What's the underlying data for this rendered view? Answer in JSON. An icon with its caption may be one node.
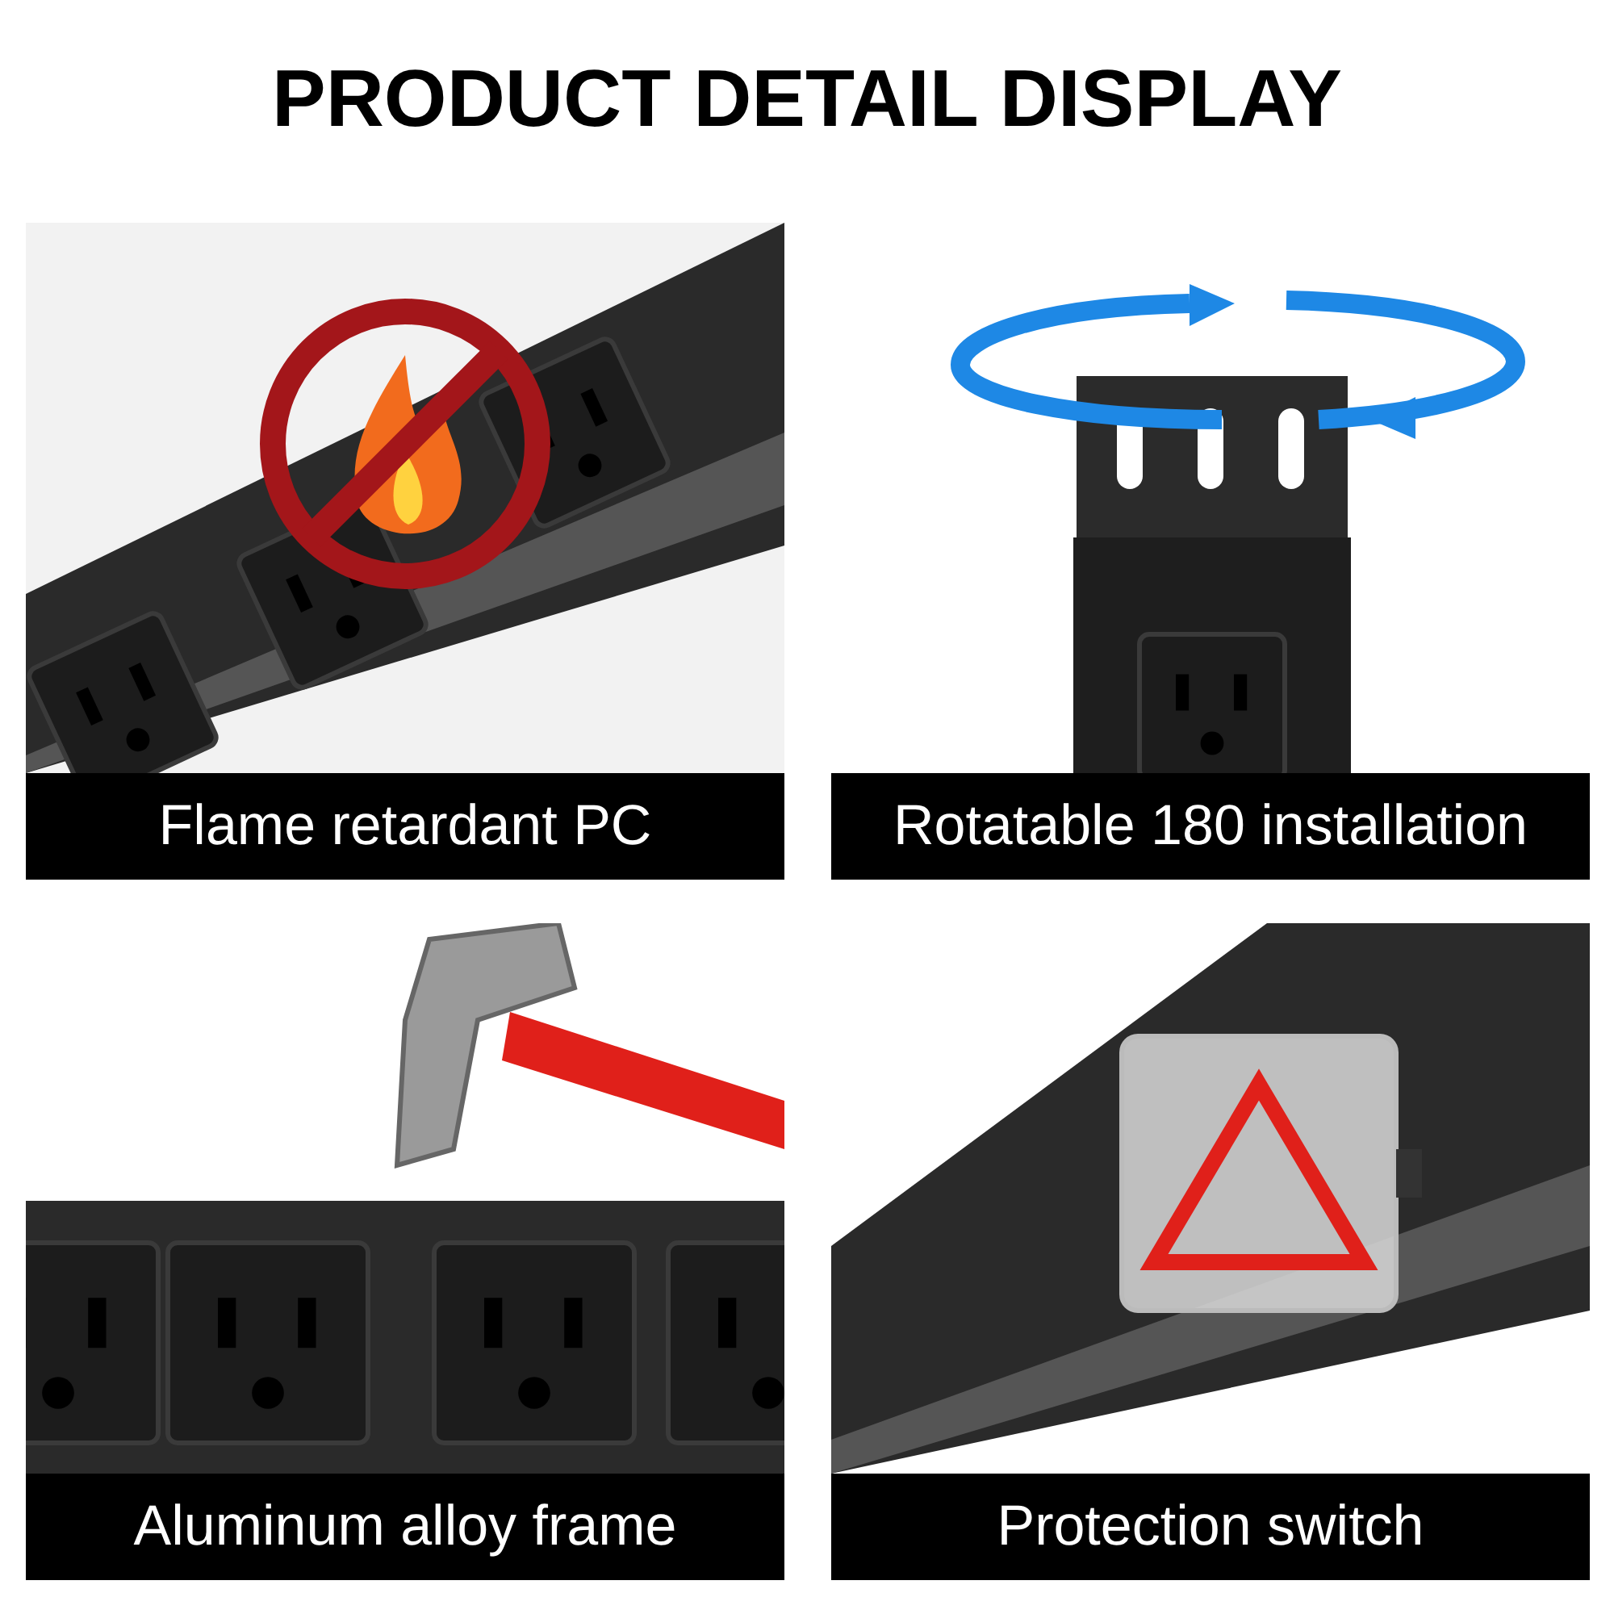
{
  "diagram": {
    "title": "PRODUCT DETAIL DISPLAY",
    "nodes": [
      {
        "text": [
          "Flame retardant PC"
        ]
      },
      {
        "text": [
          "Rotatable 180 installation"
        ]
      },
      {
        "text": [
          "Aluminum alloy frame"
        ]
      },
      {
        "text": [
          "Protection switch"
        ]
      }
    ]
  }
}
